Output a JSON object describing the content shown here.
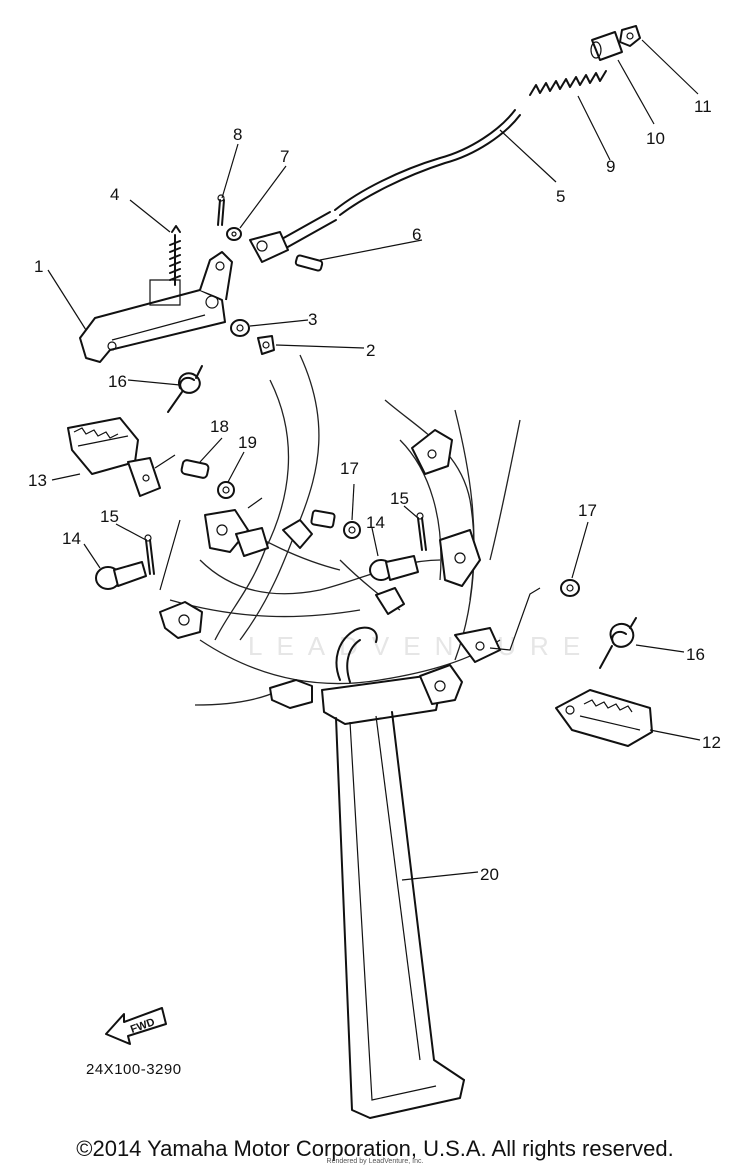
{
  "diagram": {
    "part_labels": [
      "1",
      "2",
      "3",
      "4",
      "5",
      "6",
      "7",
      "8",
      "9",
      "10",
      "11",
      "12",
      "13",
      "14",
      "15",
      "16",
      "17",
      "18",
      "19",
      "20"
    ],
    "watermark": "LEADVENTURE",
    "figure_code": "24X100-3290",
    "fwd_arrow_text": "FWD"
  },
  "footer": {
    "copyright": "©2014 Yamaha Motor Corporation, U.S.A. All rights reserved.",
    "render_credit": "Rendered by LeadVenture, Inc."
  }
}
